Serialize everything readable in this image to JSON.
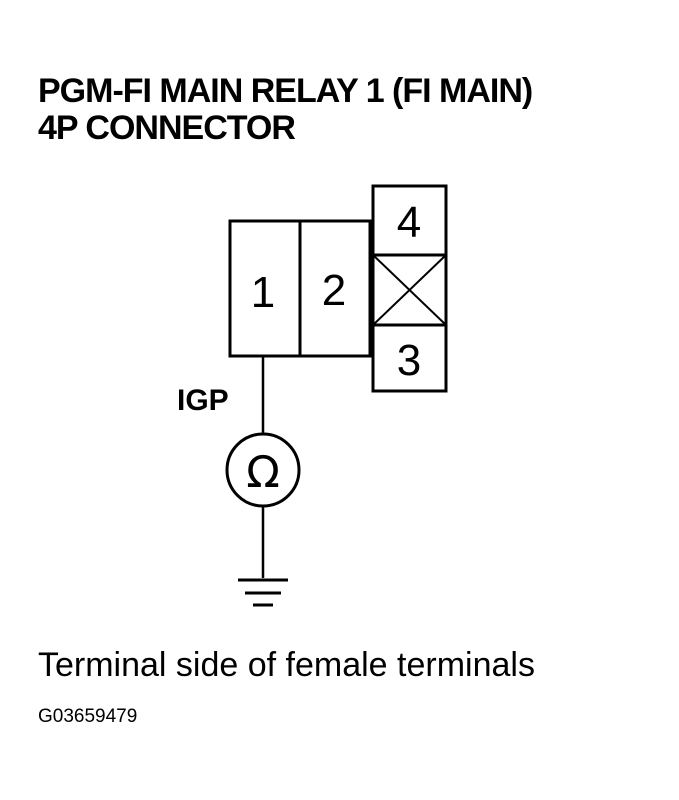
{
  "diagram": {
    "title_line_1": "PGM-FI MAIN RELAY 1 (FI MAIN)",
    "title_line_2": "4P CONNECTOR",
    "terminals": [
      {
        "number": "1"
      },
      {
        "number": "2"
      },
      {
        "number": "3"
      },
      {
        "number": "4"
      }
    ],
    "wire_label": "IGP",
    "meter_symbol": "Ω",
    "meter_icon": "ohmmeter-icon",
    "ground_icon": "ground-symbol-icon",
    "empty_cavity_icon": "x-box-icon",
    "caption": "Terminal side of female terminals",
    "figure_id": "G03659479",
    "colors": {
      "ink": "#000000",
      "background": "#ffffff"
    }
  }
}
